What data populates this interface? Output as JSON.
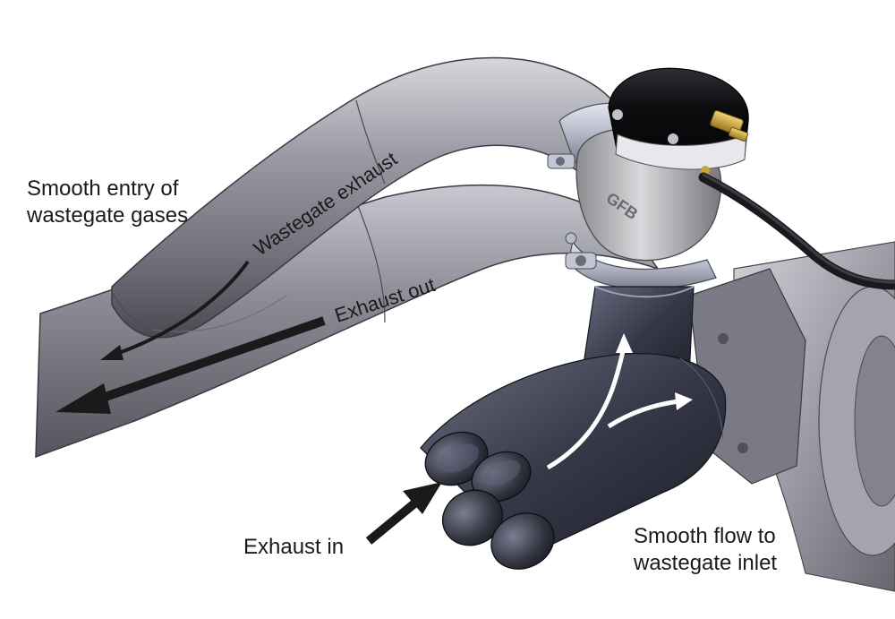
{
  "annotations": {
    "smooth_entry": [
      "Smooth entry of",
      "wastegate gases"
    ],
    "wastegate_exhaust": "Wastegate exhaust",
    "exhaust_out": "Exhaust out",
    "exhaust_in": "Exhaust in",
    "smooth_flow": [
      "Smooth flow to",
      "wastegate inlet"
    ]
  },
  "colors": {
    "pipe": "#8a8a94",
    "pipe_dark": "#55555e",
    "pipe_light": "#c4c4cc",
    "collector": "#3a3c48",
    "wastegate_cap": "#0b0b0d",
    "clamp": "#b8bccc",
    "brass": "#c9a431",
    "arrow_dark": "#1a1a1a",
    "arrow_white": "#ffffff"
  },
  "icons": {
    "wastegate": "wastegate-valve-icon",
    "fitting": "brass-fitting-icon"
  }
}
